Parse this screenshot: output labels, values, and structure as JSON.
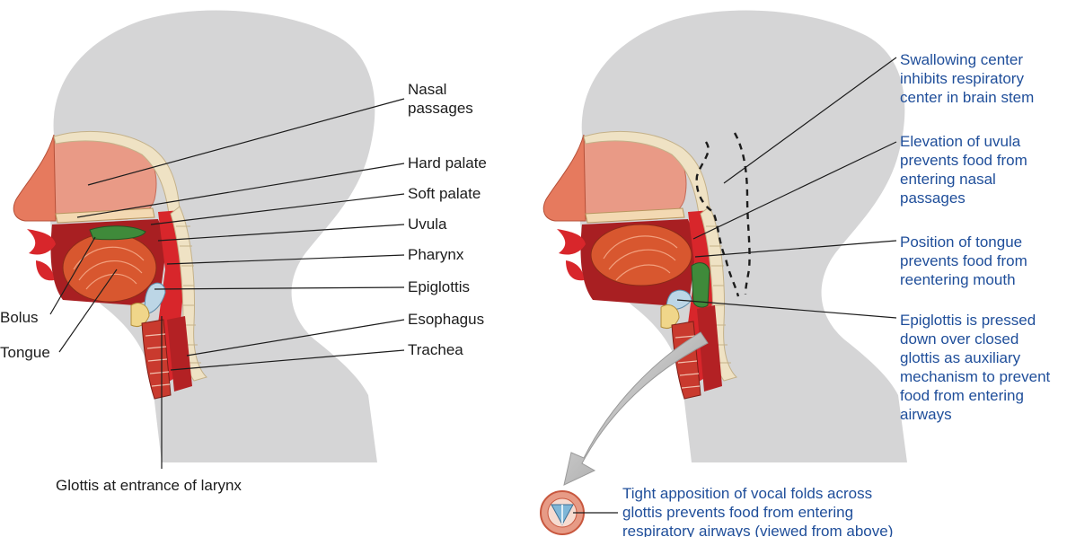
{
  "colors": {
    "head_silhouette": "#d5d5d6",
    "label_black": "#1c1c1c",
    "label_blue": "#1f4e9a",
    "tissue_red": "#d8262b",
    "nasal_pink": "#e99a86",
    "bolus_green": "#3f8a3a",
    "bone_cream": "#efe2c4",
    "cartilage_blue": "#bcd6e6"
  },
  "left_panel": {
    "labels": {
      "nasal": "Nasal\npassages",
      "hard_palate": "Hard palate",
      "soft_palate": "Soft palate",
      "uvula": "Uvula",
      "pharynx": "Pharynx",
      "epiglottis": "Epiglottis",
      "esophagus": "Esophagus",
      "trachea": "Trachea",
      "bolus": "Bolus",
      "tongue": "Tongue",
      "glottis": "Glottis at entrance of larynx"
    }
  },
  "right_panel": {
    "labels": {
      "swallowing": "Swallowing center\ninhibits respiratory\ncenter in brain stem",
      "uvula_elevation": "Elevation of uvula\nprevents food from\nentering nasal\npassages",
      "tongue_position": "Position of tongue\nprevents food from\nreentering mouth",
      "epiglottis_pressed": "Epiglottis is pressed\ndown over closed\nglottis as auxiliary\nmechanism to prevent\nfood from entering\nairways",
      "vocal_folds": "Tight apposition of vocal folds across\nglottis prevents food from entering\nrespiratory airways (viewed from above)"
    }
  }
}
